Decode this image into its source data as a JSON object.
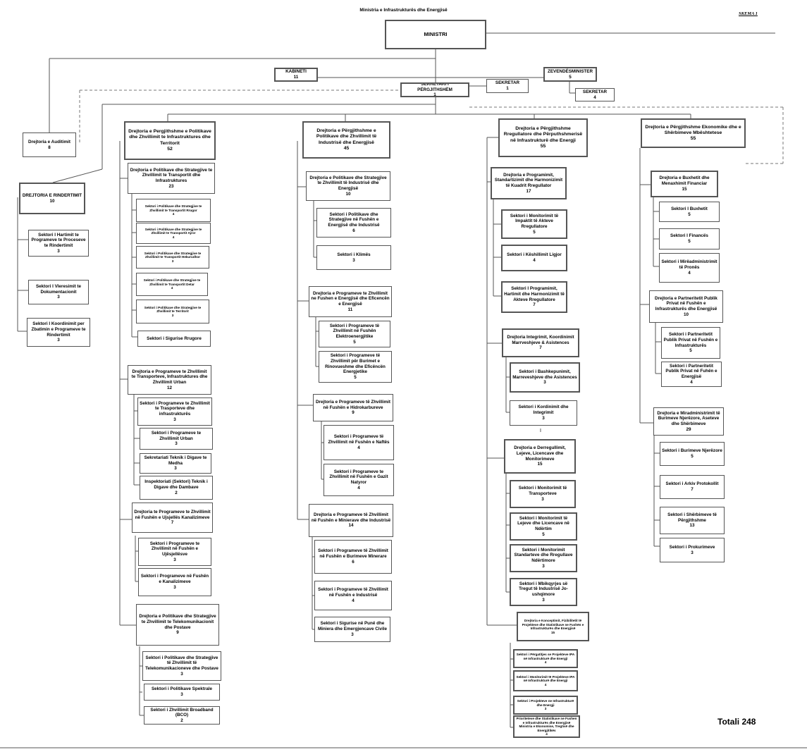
{
  "header": {
    "title": "Ministria e Infrastrukturës dhe Energjisë",
    "schema_label": "SKEMA 1",
    "total": "Totali 248"
  },
  "units": {
    "ministri": {
      "name": "MINISTRI",
      "count": ""
    },
    "kabineti": {
      "name": "KABINETI",
      "count": "11"
    },
    "zevendesminister": {
      "name": "ZEVENDËSMINISTER",
      "count": "5"
    },
    "sekretar_zm": {
      "name": "SEKRETAR",
      "count": "4"
    },
    "sekretari_pergjithshem": {
      "name": "SEKRETARI I PËRGJITHSHËM",
      "count": "1"
    },
    "sekretar_sp": {
      "name": "SEKRETAR",
      "count": "1"
    },
    "auditimi": {
      "name": "Drejtoria e Auditimit",
      "count": "8"
    },
    "rindertimi": {
      "name": "DREJTORIA E RINDERTIMIT",
      "count": "10"
    },
    "r_hartimi": {
      "name": "Sektori I Hartimit te Programeve te Proceseve te Rindertimit",
      "count": "3"
    },
    "r_vleresimi": {
      "name": "Sektori I Vleresimit te Dokumentacionit",
      "count": "3"
    },
    "r_koordinimi": {
      "name": "Sektori I Koordinimit per Zbatimin e Programeve te Rindertimit",
      "count": "3"
    },
    "dp_transport": {
      "name": "Drejtoria e Pergjithshme e Politikave dhe Zhvillimit te Infrastruktures dhe Territorit",
      "count": "52"
    },
    "d_strategjive_transport": {
      "name": "Drejtoria e Politikave dhe Strategjive te Zhvillimit te Transportit dhe Infrastruktures",
      "count": "23"
    },
    "s_rrugor": {
      "name": "Sektori i Politikave dhe Strategjive te Zhvillimit te Transportit Rrugor",
      "count": "4"
    },
    "s_ajror": {
      "name": "Sektori i Politikave dhe Strategjive te Zhvillimit te Transportit Ajror",
      "count": "4"
    },
    "s_hekurudhor": {
      "name": "Sektori i Politikave dhe Strategjive te Zhvillimit te Transportit Hekurudhor",
      "count": "3"
    },
    "s_detar": {
      "name": "Sektori i Politikave dhe Strategjive te Zhvillimit te Transportit Detar",
      "count": "4"
    },
    "s_territor": {
      "name": "Sektori i Politikave dhe Strategjive te Zhvillimit te Territorit",
      "count": "3"
    },
    "s_sigurise_rrugore": {
      "name": "Sektori i Sigurise Rrugore",
      "count": ""
    },
    "d_prog_transport": {
      "name": "Drejtoria e Programeve te Zhvillimit te Transporteve, Infrastruktures dhe Zhvillimit Urban",
      "count": "12"
    },
    "s_prog_transport": {
      "name": "Sektori i Programeve te Zhvillimit te Trasporteve dhe infrastrukturës",
      "count": "3"
    },
    "s_urban": {
      "name": "Sektori i Programeve te Zhvillimit Urban",
      "count": "3"
    },
    "s_digave": {
      "name": "Sekretariati Teknik i Digave te Medha",
      "count": "3"
    },
    "s_inspektoriati": {
      "name": "Inspektoriati (Sektori) Teknik i Digave dhe Dambave",
      "count": "2"
    },
    "d_ujesjelles": {
      "name": "Drejtoria te Programeve te Zhvillimit në Fushën e Ujsjellës Kanalizimeve",
      "count": "7"
    },
    "s_ujesjellesve": {
      "name": "Sektori i Programeve te Zhvillimit në Fushën e Ujësjellësve",
      "count": "3"
    },
    "s_kanalizimeve": {
      "name": "Sektori i Programeve në Fushën e Kanalizimeve",
      "count": "3"
    },
    "d_telekom": {
      "name": "Drejtoria e Politikave dhe Strategjive te Zhvillimit te Telekomunikacionit dhe Postave",
      "count": "9"
    },
    "s_telekom": {
      "name": "Sektori i Politikave dhe Strategjive të Zhvillimit të Telekomunikacioneve dhe Postave",
      "count": "3"
    },
    "s_spektrale": {
      "name": "Sektori i Politikave Spektrale",
      "count": "3"
    },
    "s_broadband": {
      "name": "Sektori i Zhvillimit Broadband (BCO)",
      "count": "2"
    },
    "dp_industri": {
      "name": "Drejtoria e Përgjithshme e Politikave dhe Zhvillimit të Industrisë dhe Energjisë",
      "count": "45"
    },
    "d_strategji_industri": {
      "name": "Drejtoria e Politikave dhe Strategjive te Zhvillimit të Industrisë dhe Energjisë",
      "count": "10"
    },
    "s_politika_industri": {
      "name": "Sektori i Politikave dhe Strategjive në Fushën e Energjisë dhe Industrisë",
      "count": "6"
    },
    "s_klimes": {
      "name": "Sektori i Klimës",
      "count": "3"
    },
    "d_prog_energji": {
      "name": "Drejtoria e Programeve te Zhvillimit ne Fushen e Energjisë dhe Eficencën e Energjisë",
      "count": "11"
    },
    "s_elektroenergjike": {
      "name": "Sektori i Programeve të Zhvillimit në Fushën Elektroenergjitike",
      "count": "5"
    },
    "s_burimet": {
      "name": "Sektori i Programeve të Zhvillimit për Burimet e Rinovueshme dhe Eficëncën Energjetike",
      "count": "5"
    },
    "d_hidrokarbure": {
      "name": "Drejtoria e Programeve të Zhvillimit në Fushën e Hidrokarbureve",
      "count": "9"
    },
    "s_naftes": {
      "name": "Sektori i Programeve të Zhvillimit në Fushën e Naftës",
      "count": "4"
    },
    "s_gazit": {
      "name": "Sektori i Programeve te Zhvillimit në Fushën e Gazit Natyror",
      "count": "4"
    },
    "d_minerare": {
      "name": "Drejtoria e Programeve të Zhvillimit në Fushën e Minierave dhe Industrisë",
      "count": "14"
    },
    "s_minerare": {
      "name": "Sektori i Programeve të Zhvillimit në Fushën e Burimeve Minerare",
      "count": "6"
    },
    "s_industrise": {
      "name": "Sektori i Programeve të Zhvillimit në Fushën e Industrisë",
      "count": "4"
    },
    "s_sigurise_minierave": {
      "name": "Sektori i Sigurise në Punë dhe Miniera dhe Emergjencave Civile",
      "count": "3"
    },
    "dp_rregullatore": {
      "name": "Drejtoria e Përgjithshme Rregullatore dhe Përputhshmerisë në Infrastrukturë dhe Energji",
      "count": "55"
    },
    "d_programimit": {
      "name": "Drejtoria e Programimit, Standartizimit dhe Harmonizimit të Kuadrit Rregullator",
      "count": "17"
    },
    "s_monitorimit_impaktit": {
      "name": "Sektori i Monitorimit të Impaktit të Akteve Rregullatore",
      "count": "5"
    },
    "s_keshillimit": {
      "name": "Sektori i Këshillimit Ligjor",
      "count": "4"
    },
    "s_hartimit_akteve": {
      "name": "Sektori I Programimit, Hartimit dhe Harmonizimit të Akteve Rregullatore",
      "count": "7"
    },
    "d_integrimit": {
      "name": "Drejtoria Integrimit, Koordinimit Marrveshjeve & Asistences",
      "count": "7"
    },
    "s_bashkepunimit": {
      "name": "Sektori i Bashkepunimit, Marreveshjeve dhe Asistences",
      "count": "3"
    },
    "s_kordinimit": {
      "name": "Sektori i Kordinimit dhe Integrimit",
      "count": "3"
    },
    "separator": "I",
    "d_licencave": {
      "name": "Drejtoria e Derregullimit, Lejeve, Licencave dhe Monitorimeve",
      "count": "15"
    },
    "s_mon_transporteve": {
      "name": "Sektori i Monitorimit të Transporteve",
      "count": "3"
    },
    "s_mon_lejeve": {
      "name": "Sektori i Monitorimit të Lejeve dhe Licencave në Ndërtim",
      "count": "5"
    },
    "s_mon_standarteve": {
      "name": "Sektori i Monitorimit Standarteve dhe Rregullave Ndërtimore",
      "count": "3"
    },
    "s_mbikqyrjes": {
      "name": "Sektori i Mbikqyrjes së Tregut të Industrisë Jo-ushqimore",
      "count": "3"
    },
    "d_konceptimit": {
      "name": "Drejtoria e Konceptimit, Fizibilitetit të Projekteve dhe Statistikave ne Fushën e Infrastrukturës dhe Energjisë",
      "count": "15"
    },
    "s_ipa_pergatitjes": {
      "name": "Sektori i Përgatitjes se Projekteve IPA në Infrastrukturë dhe Energji",
      "count": "4"
    },
    "s_ipa_monitorimit": {
      "name": "Sektori i Monitorimit të Projekteve IPA në Infrastrukturë dhe Energji",
      "count": "4"
    },
    "s_projekteve": {
      "name": "Sektori i Projekteve ne Infrastrukturë dhe Energji",
      "count": "3"
    },
    "s_prioriteteve": {
      "name": "Prioriteteve dhe Statistikave ne Fushen e Infrastrukturës dhe Energjisë Ministria e Ekonomise, Tregtisë dhe Energjitikës",
      "count": "4"
    },
    "dp_ekonomike": {
      "name": "Drejtoria e Përgjithshme Ekonomike dhe e Shërbimeve Mbështetese",
      "count": "55"
    },
    "d_buxhetit": {
      "name": "Drejtoria e Buxhetit dhe Menaxhimit Financiar",
      "count": "15"
    },
    "s_buxhetit": {
      "name": "Sektori I Buxhetit",
      "count": "5"
    },
    "s_finances": {
      "name": "Sektori I Financës",
      "count": "5"
    },
    "s_mireadministrimit": {
      "name": "Sektori i Mirëadministrimit të Pronës",
      "count": "4"
    },
    "d_partneritetit": {
      "name": "Drejtoria e Partneritetit Publik Privat në Fushën e Infrastrukturës dhe Energjisë",
      "count": "10"
    },
    "s_partneritetit_infra": {
      "name": "Sektori i Partneritetit Publik Privat në Fushën e Infrastrukturës",
      "count": "5"
    },
    "s_partneritetit_energji": {
      "name": "Sektori i Partneritetit Publik Privat në Fuhën e Energjisë",
      "count": "4"
    },
    "d_burimeve": {
      "name": "Drejtoria e Miradministrimit të Burimeve Njerëzore, Aseteve dhe Shërbimeve",
      "count": "29"
    },
    "s_burimeve": {
      "name": "Sektori i Burimeve Njerëzore",
      "count": "5"
    },
    "s_arkiv": {
      "name": "Sektori i Arkiv Protokollit",
      "count": "7"
    },
    "s_sherbimeve": {
      "name": "Sektori i Shërbimeve të Përgjithshme",
      "count": "13"
    },
    "s_prokurimeve": {
      "name": "Sektori i Prokurimeve",
      "count": "3"
    }
  }
}
